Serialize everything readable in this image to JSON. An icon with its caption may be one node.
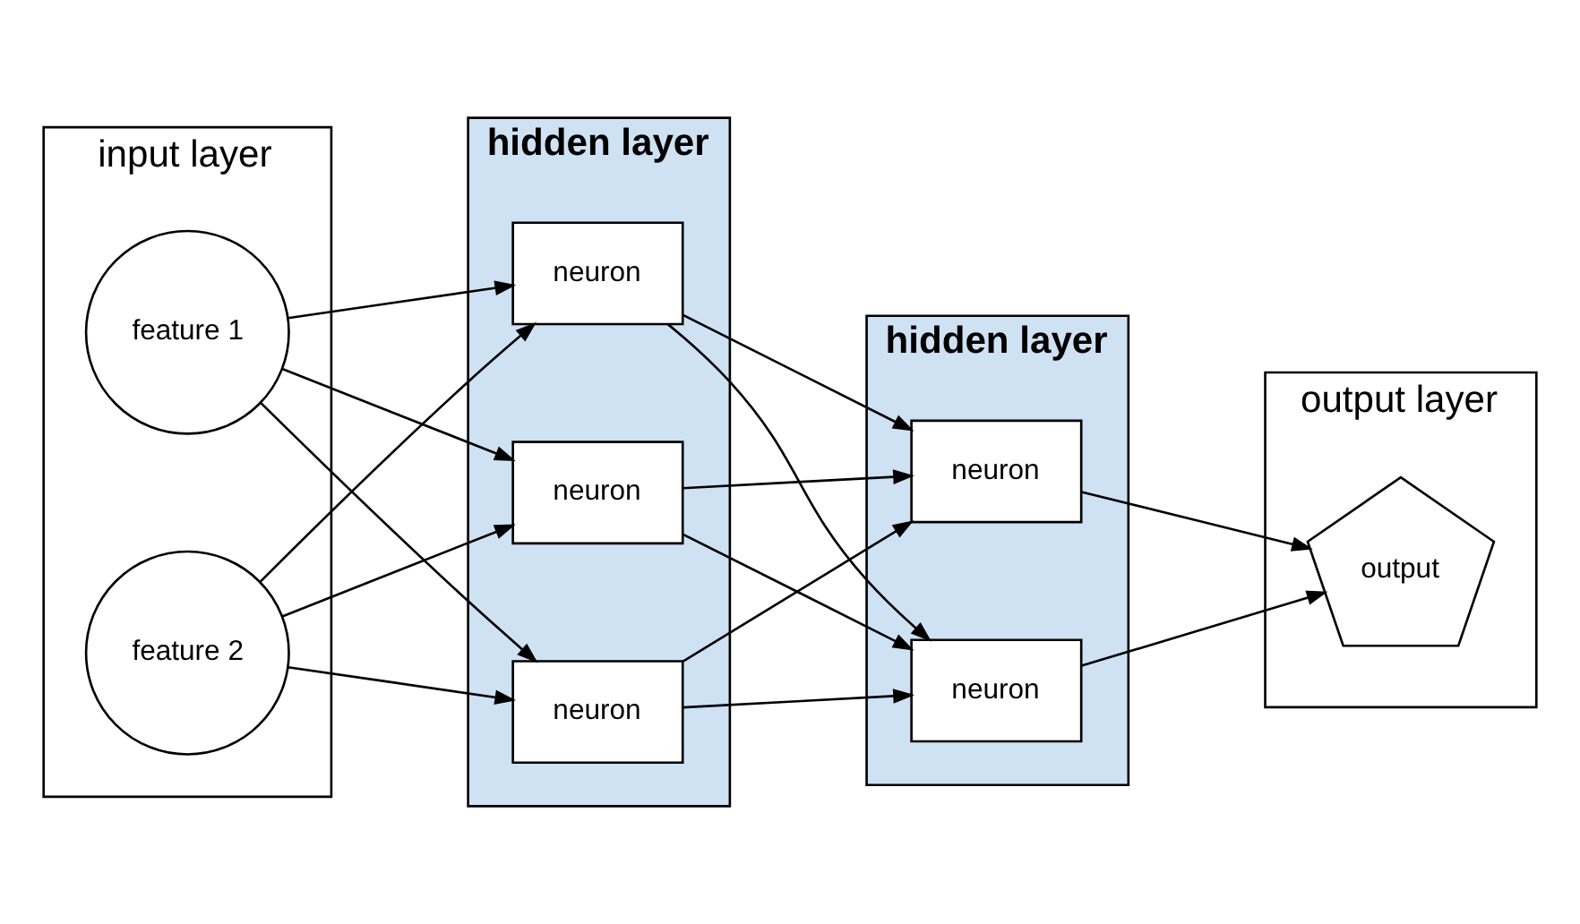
{
  "diagram": {
    "nodes": [
      {
        "text": [
          "input layer"
        ]
      },
      {
        "text": [
          "feature 1"
        ],
        "in": 0
      },
      {
        "text": [
          "feature 2"
        ],
        "in": 0
      },
      {
        "text": [
          "hidden layer"
        ]
      },
      {
        "text": [
          "neuron"
        ],
        "in": 3
      },
      {
        "text": [
          "neuron"
        ],
        "in": 3
      },
      {
        "text": [
          "neuron"
        ],
        "in": 3
      },
      {
        "text": [
          "hidden layer"
        ]
      },
      {
        "text": [
          "neuron"
        ],
        "in": 7
      },
      {
        "text": [
          "neuron"
        ],
        "in": 7
      },
      {
        "text": [
          "output layer"
        ]
      },
      {
        "text": [
          "output"
        ],
        "in": 10
      }
    ],
    "edges": [
      {
        "from": 1,
        "to": 4,
        "arrow": "to"
      },
      {
        "from": 1,
        "to": 5,
        "arrow": "to"
      },
      {
        "from": 1,
        "to": 6,
        "arrow": "to"
      },
      {
        "from": 2,
        "to": 4,
        "arrow": "to"
      },
      {
        "from": 2,
        "to": 5,
        "arrow": "to"
      },
      {
        "from": 2,
        "to": 6,
        "arrow": "to"
      },
      {
        "from": 4,
        "to": 8,
        "arrow": "to"
      },
      {
        "from": 4,
        "to": 9,
        "arrow": "to"
      },
      {
        "from": 5,
        "to": 8,
        "arrow": "to"
      },
      {
        "from": 5,
        "to": 9,
        "arrow": "to"
      },
      {
        "from": 6,
        "to": 8,
        "arrow": "to"
      },
      {
        "from": 6,
        "to": 9,
        "arrow": "to"
      },
      {
        "from": 8,
        "to": 11,
        "arrow": "to"
      },
      {
        "from": 9,
        "to": 11,
        "arrow": "to"
      }
    ]
  }
}
